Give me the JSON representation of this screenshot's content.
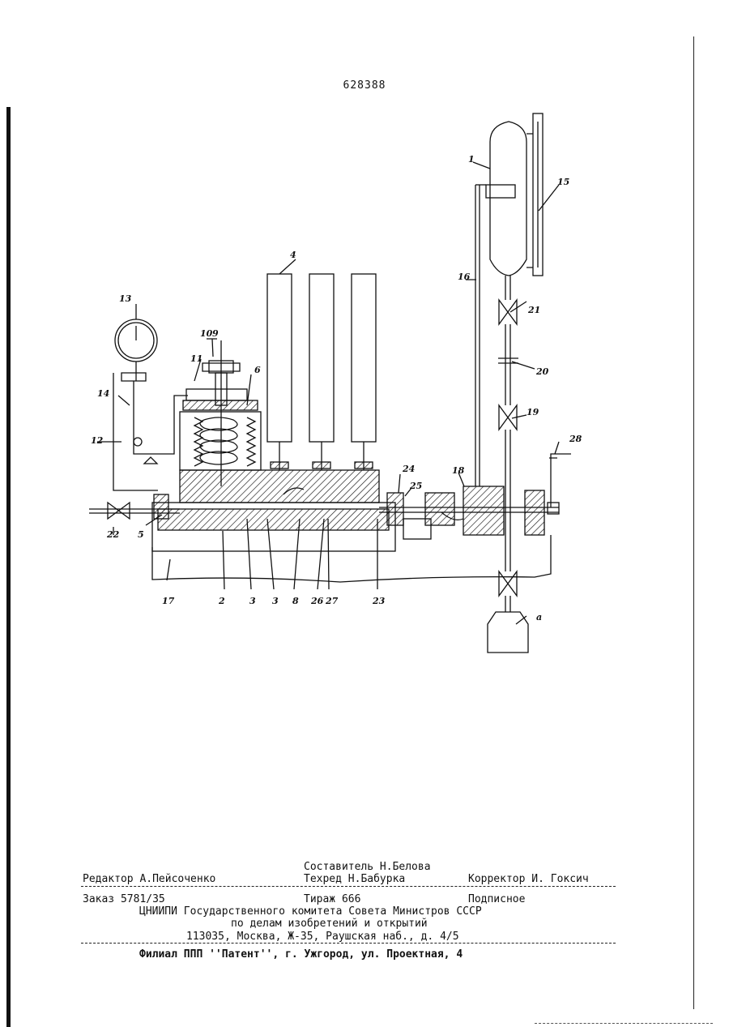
{
  "page_number": "628388",
  "figure_labels": {
    "l1": "1",
    "l2": "2",
    "l3a": "3",
    "l3b": "3",
    "l4": "4",
    "l5": "5",
    "l6": "6",
    "l8": "8",
    "l9": "9",
    "l10": "10",
    "l11": "11",
    "l12": "12",
    "l13": "13",
    "l14": "14",
    "l15": "15",
    "l16": "16",
    "l17": "17",
    "l18": "18",
    "l19": "19",
    "l20": "20",
    "l21": "21",
    "l22": "22",
    "l23": "23",
    "l24": "24",
    "l25": "25",
    "l26": "26",
    "l27": "27",
    "l28": "28",
    "la": "a"
  },
  "imprint": {
    "compiler": "Составитель Н.Белова",
    "editor": "Редактор А.Пейсоченко",
    "techred": "Техред Н.Бабурка",
    "corrector": "Корректор  И. Гоксич",
    "order": "Заказ 5781/35",
    "circulation": "Тираж 666",
    "subscription": "Подписное",
    "org_line1": "ЦНИИПИ Государственного комитета Совета Министров СССР",
    "org_line2": "по делам изобретений и открытий",
    "address": "113035, Москва, Ж-35, Раушская наб., д. 4/5",
    "branch": "Филиал ППП ''Патент'', г. Ужгород, ул. Проектная, 4"
  }
}
